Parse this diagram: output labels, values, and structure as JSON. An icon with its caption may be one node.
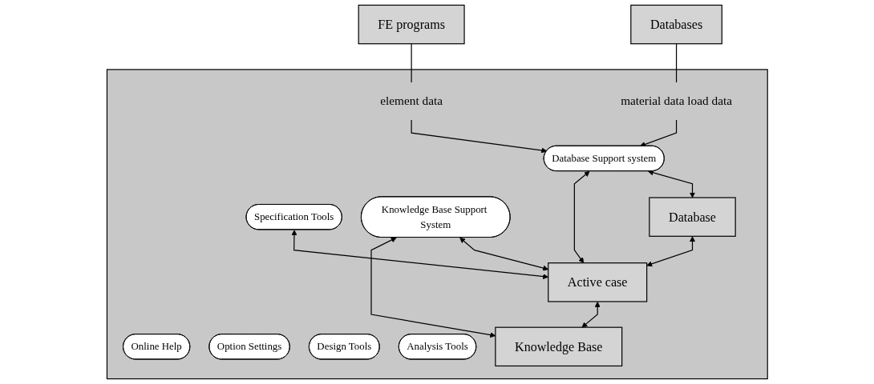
{
  "diagram": {
    "nodes": [
      {
        "text": [
          "Databases"
        ]
      },
      {
        "text": [
          "FE programs"
        ]
      },
      {
        "text": [],
        "shape": "box"
      },
      {
        "text": [
          "material data load data"
        ],
        "in": 2
      },
      {
        "text": [
          "element data"
        ],
        "in": 2
      },
      {
        "text": [
          "Online Help"
        ],
        "in": 2
      },
      {
        "text": [
          "Option Settings"
        ],
        "in": 2
      },
      {
        "text": [
          "Design Tools"
        ],
        "in": 2
      },
      {
        "text": [
          "Analysis Tools"
        ],
        "in": 2
      },
      {
        "text": [
          "Database Support system"
        ],
        "in": 2
      },
      {
        "text": [
          "Specification Tools"
        ],
        "in": 2
      },
      {
        "text": [
          "Knowledge Base Support System"
        ],
        "in": 2
      },
      {
        "text": [
          "Database"
        ],
        "in": 2
      },
      {
        "text": [
          "Active case"
        ],
        "in": 2
      },
      {
        "text": [
          "Knowledge Base"
        ],
        "in": 2
      }
    ],
    "edges": [
      {
        "from": 0,
        "to": 3,
        "arrow": "none"
      },
      {
        "from": 1,
        "to": 4,
        "arrow": "none"
      },
      {
        "from": 3,
        "to": 9,
        "arrow": "to"
      },
      {
        "from": 4,
        "to": 9,
        "arrow": "to"
      },
      {
        "from": 9,
        "to": 12,
        "arrow": "both"
      },
      {
        "from": 9,
        "to": 13,
        "arrow": "both"
      },
      {
        "from": 10,
        "to": 13,
        "arrow": "both"
      },
      {
        "from": 11,
        "to": 13,
        "arrow": "both"
      },
      {
        "from": 11,
        "to": 14,
        "arrow": "both"
      },
      {
        "from": 12,
        "to": 13,
        "arrow": "both"
      },
      {
        "from": 13,
        "to": 14,
        "arrow": "both"
      }
    ]
  }
}
